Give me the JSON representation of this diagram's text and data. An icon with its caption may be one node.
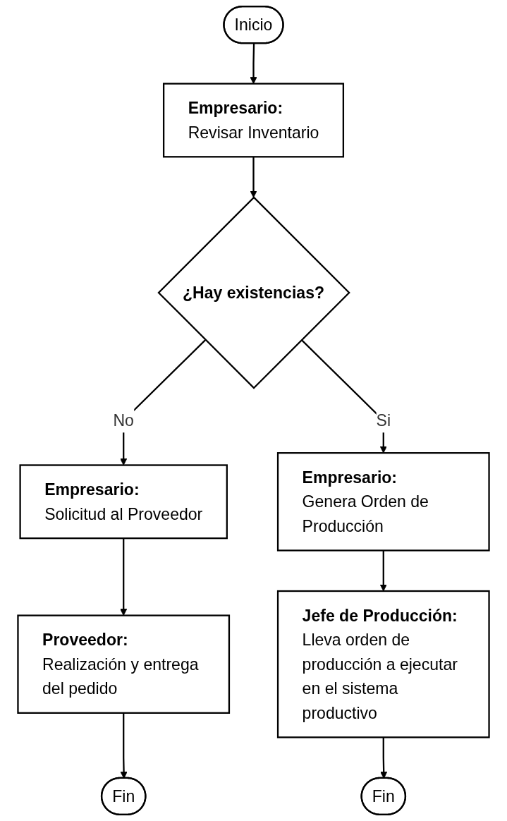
{
  "diagram": {
    "nodes": [
      {
        "text": [
          "Inicio"
        ]
      },
      {
        "text": [
          "Empresario:",
          "Revisar Inventario"
        ]
      },
      {
        "text": [
          "¿Hay existencias?"
        ]
      },
      {
        "text": [
          "Empresario:",
          "Solicitud al Proveedor"
        ]
      },
      {
        "text": [
          "Empresario:",
          "Genera Orden de Producción"
        ]
      },
      {
        "text": [
          "Proveedor:",
          "Realización y entrega del pedido"
        ]
      },
      {
        "text": [
          "Jefe de Producción:",
          "Lleva orden de producción a ejecutar en el sistema productivo"
        ]
      },
      {
        "text": [
          "Fin"
        ]
      },
      {
        "text": [
          "Fin"
        ]
      }
    ],
    "edges": [
      {
        "from": 0,
        "to": 1,
        "arrow": "to"
      },
      {
        "from": 1,
        "to": 2,
        "arrow": "to"
      },
      {
        "from": 2,
        "to": 3,
        "arrow": "to",
        "label": "No"
      },
      {
        "from": 2,
        "to": 4,
        "arrow": "to",
        "label": "Si"
      },
      {
        "from": 3,
        "to": 5,
        "arrow": "to"
      },
      {
        "from": 4,
        "to": 6,
        "arrow": "to"
      },
      {
        "from": 5,
        "to": 7,
        "arrow": "to"
      },
      {
        "from": 6,
        "to": 8,
        "arrow": "to"
      }
    ]
  }
}
